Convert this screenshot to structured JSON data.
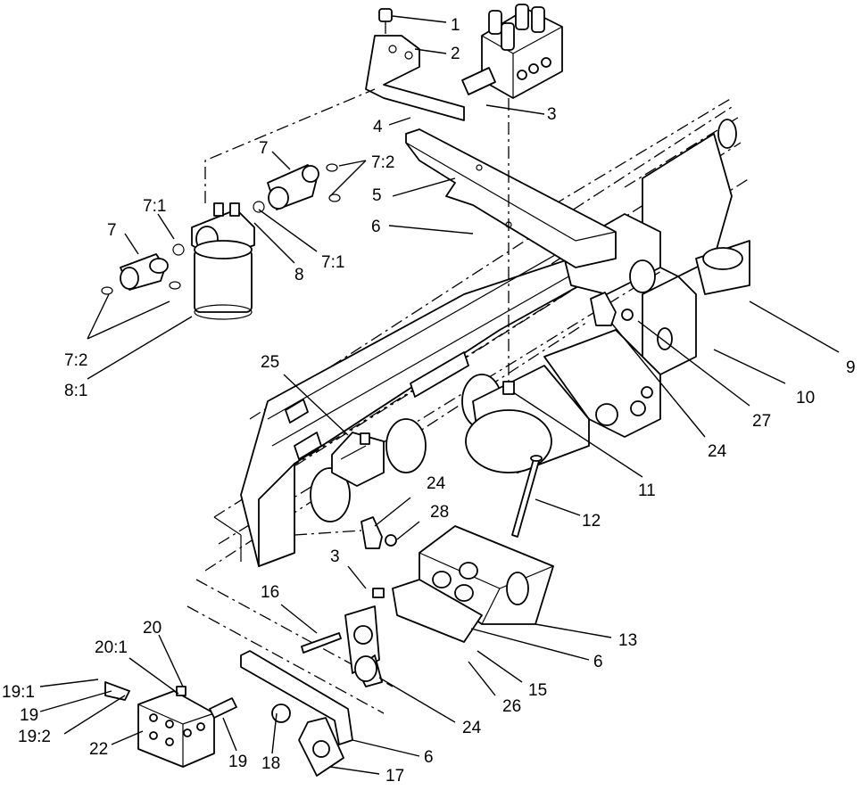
{
  "diagram": {
    "callouts": [
      {
        "id": "c1",
        "label": "1"
      },
      {
        "id": "c2",
        "label": "2"
      },
      {
        "id": "c3a",
        "label": "3"
      },
      {
        "id": "c4",
        "label": "4"
      },
      {
        "id": "c5",
        "label": "5"
      },
      {
        "id": "c6a",
        "label": "6"
      },
      {
        "id": "c7a",
        "label": "7"
      },
      {
        "id": "c72a",
        "label": "7:2"
      },
      {
        "id": "c71a",
        "label": "7:1"
      },
      {
        "id": "c7b",
        "label": "7"
      },
      {
        "id": "c8",
        "label": "8"
      },
      {
        "id": "c71b",
        "label": "7:1"
      },
      {
        "id": "c72b",
        "label": "7:2"
      },
      {
        "id": "c81",
        "label": "8:1"
      },
      {
        "id": "c9",
        "label": "9"
      },
      {
        "id": "c10",
        "label": "10"
      },
      {
        "id": "c27",
        "label": "27"
      },
      {
        "id": "c24a",
        "label": "24"
      },
      {
        "id": "c25",
        "label": "25"
      },
      {
        "id": "c11",
        "label": "11"
      },
      {
        "id": "c12",
        "label": "12"
      },
      {
        "id": "c24b",
        "label": "24"
      },
      {
        "id": "c28",
        "label": "28"
      },
      {
        "id": "c3b",
        "label": "3"
      },
      {
        "id": "c16",
        "label": "16"
      },
      {
        "id": "c13",
        "label": "13"
      },
      {
        "id": "c6b",
        "label": "6"
      },
      {
        "id": "c15",
        "label": "15"
      },
      {
        "id": "c26",
        "label": "26"
      },
      {
        "id": "c20",
        "label": "20"
      },
      {
        "id": "c201",
        "label": "20:1"
      },
      {
        "id": "c191",
        "label": "19:1"
      },
      {
        "id": "c19a",
        "label": "19"
      },
      {
        "id": "c192",
        "label": "19:2"
      },
      {
        "id": "c22",
        "label": "22"
      },
      {
        "id": "c19b",
        "label": "19"
      },
      {
        "id": "c18",
        "label": "18"
      },
      {
        "id": "c17",
        "label": "17"
      },
      {
        "id": "c6c",
        "label": "6"
      },
      {
        "id": "c24c",
        "label": "24"
      }
    ]
  }
}
